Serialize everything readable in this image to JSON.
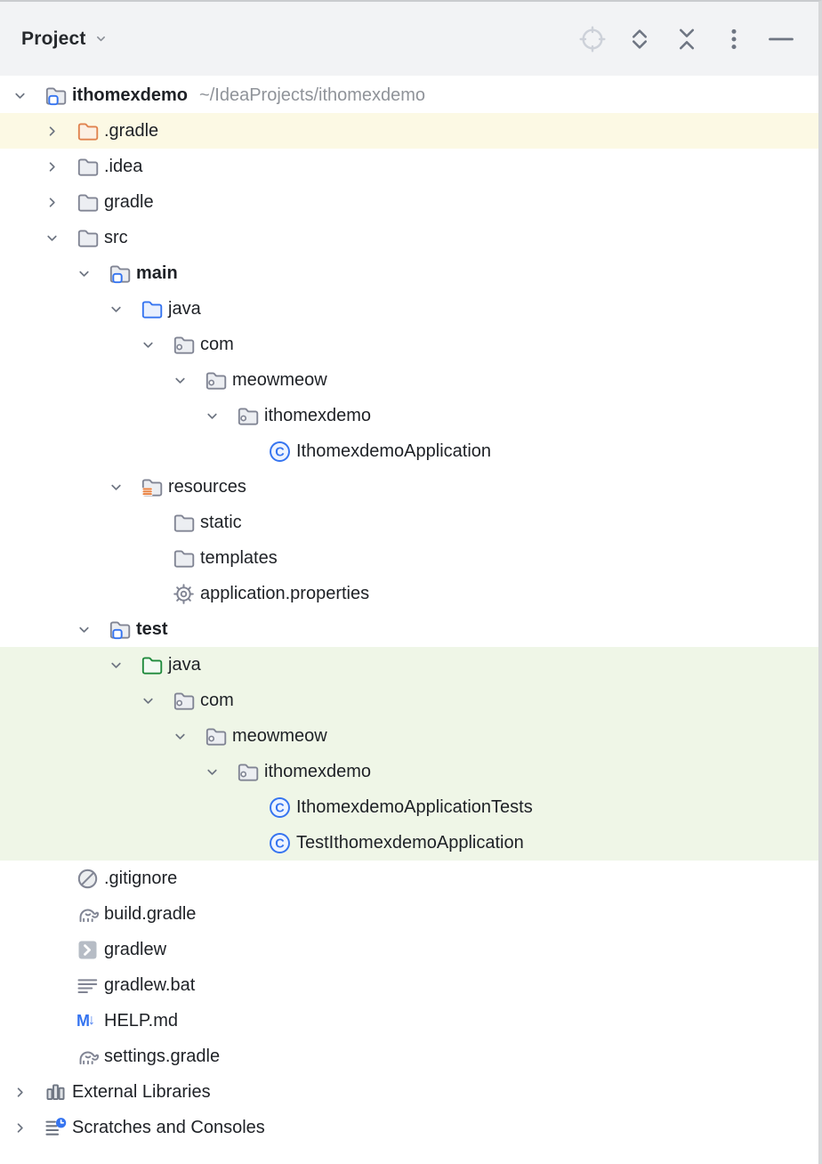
{
  "header": {
    "title": "Project",
    "toolbar_icons": [
      {
        "name": "locate-opened-file",
        "enabled": false
      },
      {
        "name": "expand-all",
        "enabled": true
      },
      {
        "name": "collapse-all",
        "enabled": true
      },
      {
        "name": "more-options",
        "enabled": true
      },
      {
        "name": "hide-tool-window",
        "enabled": true
      }
    ]
  },
  "colors": {
    "header_bg": "#f2f3f5",
    "tree_bg": "#ffffff",
    "highlight_yellow": "#fcf9e4",
    "highlight_green": "#eff6e7",
    "accent_blue": "#3574f0",
    "folder_gray_stroke": "#818594",
    "folder_orange_stroke": "#e0834e",
    "folder_green_stroke": "#1f8a3c",
    "text": "#1e2126",
    "path_text": "#8f9399"
  },
  "tree": {
    "rows": [
      {
        "label": "ithomexdemo",
        "suffix": "~/IdeaProjects/ithomexdemo",
        "level": 0,
        "chevron": "down",
        "icon": "module-folder",
        "bold": true,
        "highlight": null
      },
      {
        "label": ".gradle",
        "level": 1,
        "chevron": "right",
        "icon": "folder-excluded",
        "bold": false,
        "highlight": "yellow"
      },
      {
        "label": ".idea",
        "level": 1,
        "chevron": "right",
        "icon": "folder",
        "bold": false,
        "highlight": null
      },
      {
        "label": "gradle",
        "level": 1,
        "chevron": "right",
        "icon": "folder",
        "bold": false,
        "highlight": null
      },
      {
        "label": "src",
        "level": 1,
        "chevron": "down",
        "icon": "folder",
        "bold": false,
        "highlight": null
      },
      {
        "label": "main",
        "level": 2,
        "chevron": "down",
        "icon": "module-folder",
        "bold": true,
        "highlight": null
      },
      {
        "label": "java",
        "level": 3,
        "chevron": "down",
        "icon": "folder-sources",
        "bold": false,
        "highlight": null
      },
      {
        "label": "com",
        "level": 4,
        "chevron": "down",
        "icon": "package",
        "bold": false,
        "highlight": null
      },
      {
        "label": "meowmeow",
        "level": 5,
        "chevron": "down",
        "icon": "package",
        "bold": false,
        "highlight": null
      },
      {
        "label": "ithomexdemo",
        "level": 6,
        "chevron": "down",
        "icon": "package",
        "bold": false,
        "highlight": null
      },
      {
        "label": "IthomexdemoApplication",
        "level": 7,
        "chevron": null,
        "icon": "class",
        "bold": false,
        "highlight": null
      },
      {
        "label": "resources",
        "level": 3,
        "chevron": "down",
        "icon": "folder-resources",
        "bold": false,
        "highlight": null
      },
      {
        "label": "static",
        "level": 4,
        "chevron": null,
        "icon": "folder",
        "bold": false,
        "highlight": null
      },
      {
        "label": "templates",
        "level": 4,
        "chevron": null,
        "icon": "folder",
        "bold": false,
        "highlight": null
      },
      {
        "label": "application.properties",
        "level": 4,
        "chevron": null,
        "icon": "properties-file",
        "bold": false,
        "highlight": null
      },
      {
        "label": "test",
        "level": 2,
        "chevron": "down",
        "icon": "module-folder",
        "bold": true,
        "highlight": null
      },
      {
        "label": "java",
        "level": 3,
        "chevron": "down",
        "icon": "folder-test-sources",
        "bold": false,
        "highlight": "green"
      },
      {
        "label": "com",
        "level": 4,
        "chevron": "down",
        "icon": "package",
        "bold": false,
        "highlight": "green"
      },
      {
        "label": "meowmeow",
        "level": 5,
        "chevron": "down",
        "icon": "package",
        "bold": false,
        "highlight": "green"
      },
      {
        "label": "ithomexdemo",
        "level": 6,
        "chevron": "down",
        "icon": "package",
        "bold": false,
        "highlight": "green"
      },
      {
        "label": "IthomexdemoApplicationTests",
        "level": 7,
        "chevron": null,
        "icon": "class",
        "bold": false,
        "highlight": "green"
      },
      {
        "label": "TestIthomexdemoApplication",
        "level": 7,
        "chevron": null,
        "icon": "class",
        "bold": false,
        "highlight": "green"
      },
      {
        "label": ".gitignore",
        "level": 1,
        "chevron": null,
        "icon": "ignored-file",
        "bold": false,
        "highlight": null
      },
      {
        "label": "build.gradle",
        "level": 1,
        "chevron": null,
        "icon": "gradle-file",
        "bold": false,
        "highlight": null
      },
      {
        "label": "gradlew",
        "level": 1,
        "chevron": null,
        "icon": "shell-script",
        "bold": false,
        "highlight": null
      },
      {
        "label": "gradlew.bat",
        "level": 1,
        "chevron": null,
        "icon": "text-file",
        "bold": false,
        "highlight": null
      },
      {
        "label": "HELP.md",
        "level": 1,
        "chevron": null,
        "icon": "markdown-file",
        "bold": false,
        "highlight": null
      },
      {
        "label": "settings.gradle",
        "level": 1,
        "chevron": null,
        "icon": "gradle-file",
        "bold": false,
        "highlight": null
      },
      {
        "label": "External Libraries",
        "level": 0,
        "chevron": "right",
        "icon": "external-libraries",
        "bold": false,
        "highlight": null
      },
      {
        "label": "Scratches and Consoles",
        "level": 0,
        "chevron": "right",
        "icon": "scratches",
        "bold": false,
        "highlight": null
      }
    ]
  }
}
